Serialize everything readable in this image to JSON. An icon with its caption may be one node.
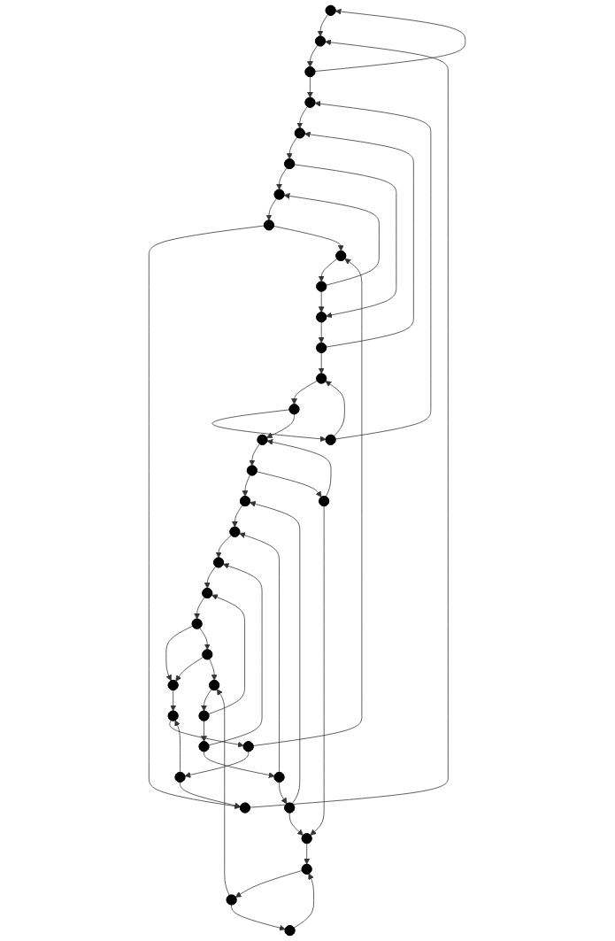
{
  "diagram": {
    "nodes": [
      {
        "text": [],
        "shape": "circle"
      },
      {
        "text": [],
        "shape": "circle"
      },
      {
        "text": [],
        "shape": "circle"
      },
      {
        "text": [],
        "shape": "circle"
      },
      {
        "text": [],
        "shape": "circle"
      },
      {
        "text": [],
        "shape": "circle"
      },
      {
        "text": [],
        "shape": "circle"
      },
      {
        "text": [],
        "shape": "circle"
      },
      {
        "text": [],
        "shape": "circle"
      },
      {
        "text": [],
        "shape": "circle"
      },
      {
        "text": [],
        "shape": "circle"
      },
      {
        "text": [],
        "shape": "circle"
      },
      {
        "text": [],
        "shape": "circle"
      },
      {
        "text": [],
        "shape": "circle"
      },
      {
        "text": [],
        "shape": "circle"
      },
      {
        "text": [],
        "shape": "circle"
      },
      {
        "text": [],
        "shape": "circle"
      },
      {
        "text": [],
        "shape": "circle"
      },
      {
        "text": [],
        "shape": "circle"
      },
      {
        "text": [],
        "shape": "circle"
      },
      {
        "text": [],
        "shape": "circle"
      },
      {
        "text": [],
        "shape": "circle"
      },
      {
        "text": [],
        "shape": "circle"
      },
      {
        "text": [],
        "shape": "circle"
      },
      {
        "text": [],
        "shape": "circle"
      },
      {
        "text": [],
        "shape": "circle"
      },
      {
        "text": [],
        "shape": "circle"
      },
      {
        "text": [],
        "shape": "circle"
      },
      {
        "text": [],
        "shape": "circle"
      },
      {
        "text": [],
        "shape": "circle"
      },
      {
        "text": [],
        "shape": "circle"
      },
      {
        "text": [],
        "shape": "circle"
      },
      {
        "text": [],
        "shape": "circle"
      },
      {
        "text": [],
        "shape": "circle"
      },
      {
        "text": [],
        "shape": "circle"
      },
      {
        "text": [],
        "shape": "circle"
      },
      {
        "text": [],
        "shape": "circle"
      },
      {
        "text": [],
        "shape": "circle"
      }
    ],
    "edges": [
      {
        "from": 2,
        "to": 1,
        "arrow": "to"
      },
      {
        "from": 1,
        "to": 3,
        "arrow": "to"
      },
      {
        "from": 3,
        "to": 5,
        "arrow": "to"
      },
      {
        "from": 5,
        "to": 7,
        "arrow": "to"
      },
      {
        "from": 7,
        "to": 8,
        "arrow": "to"
      },
      {
        "from": 8,
        "to": 6,
        "arrow": "to"
      },
      {
        "from": 6,
        "to": 4,
        "arrow": "to"
      },
      {
        "from": 4,
        "to": 2,
        "arrow": "to"
      },
      {
        "from": 0,
        "to": 1,
        "arrow": "to"
      },
      {
        "from": 3,
        "to": 0,
        "arrow": "to"
      },
      {
        "from": 9,
        "to": 2,
        "arrow": "to"
      },
      {
        "from": 10,
        "to": 5,
        "arrow": "to"
      },
      {
        "from": 4,
        "to": 11,
        "arrow": "to"
      },
      {
        "from": 12,
        "to": 6,
        "arrow": "to"
      },
      {
        "from": 8,
        "to": 14,
        "arrow": "to"
      },
      {
        "from": 16,
        "to": 7,
        "arrow": "to"
      },
      {
        "from": 13,
        "to": 9,
        "arrow": "to"
      },
      {
        "from": 9,
        "to": 15,
        "arrow": "to"
      },
      {
        "from": 10,
        "to": 19,
        "arrow": "to"
      },
      {
        "from": 21,
        "to": 10,
        "arrow": "to"
      },
      {
        "from": 11,
        "to": 12,
        "arrow": "to"
      },
      {
        "from": 12,
        "to": 14,
        "arrow": "to"
      },
      {
        "from": 14,
        "to": 16,
        "arrow": "to"
      },
      {
        "from": 16,
        "to": 19,
        "arrow": "to"
      },
      {
        "from": 19,
        "to": 21,
        "arrow": "to"
      },
      {
        "from": 21,
        "to": 23,
        "arrow": "to"
      },
      {
        "from": 23,
        "to": 25,
        "arrow": "to"
      },
      {
        "from": 25,
        "to": 27,
        "arrow": "to"
      },
      {
        "from": 27,
        "to": 26,
        "arrow": "to"
      },
      {
        "from": 26,
        "to": 22,
        "arrow": "to"
      },
      {
        "from": 22,
        "to": 20,
        "arrow": "to"
      },
      {
        "from": 20,
        "to": 18,
        "arrow": "to"
      },
      {
        "from": 18,
        "to": 17,
        "arrow": "to"
      },
      {
        "from": 17,
        "to": 15,
        "arrow": "to"
      },
      {
        "from": 15,
        "to": 13,
        "arrow": "to"
      },
      {
        "from": 13,
        "to": 11,
        "arrow": "to"
      },
      {
        "from": 24,
        "to": 17,
        "arrow": "to"
      },
      {
        "from": 18,
        "to": 24,
        "arrow": "to"
      },
      {
        "from": 24,
        "to": 33,
        "arrow": "to"
      },
      {
        "from": 25,
        "to": 28,
        "arrow": "to"
      },
      {
        "from": 28,
        "to": 23,
        "arrow": "to"
      },
      {
        "from": 28,
        "to": 34,
        "arrow": "to"
      },
      {
        "from": 31,
        "to": 20,
        "arrow": "to"
      },
      {
        "from": 29,
        "to": 22,
        "arrow": "to"
      },
      {
        "from": 30,
        "to": 26,
        "arrow": "to"
      },
      {
        "from": 32,
        "to": 27,
        "arrow": "to"
      },
      {
        "from": 33,
        "to": 31,
        "arrow": "to"
      },
      {
        "from": 31,
        "to": 29,
        "arrow": "to"
      },
      {
        "from": 29,
        "to": 30,
        "arrow": "to"
      },
      {
        "from": 30,
        "to": 32,
        "arrow": "to"
      },
      {
        "from": 32,
        "to": 34,
        "arrow": "to"
      },
      {
        "from": 34,
        "to": 36,
        "arrow": "to"
      },
      {
        "from": 36,
        "to": 35,
        "arrow": "to"
      },
      {
        "from": 35,
        "to": 33,
        "arrow": "to"
      },
      {
        "from": 35,
        "to": 37,
        "arrow": "to"
      },
      {
        "from": 37,
        "to": 36,
        "arrow": "to"
      }
    ]
  }
}
